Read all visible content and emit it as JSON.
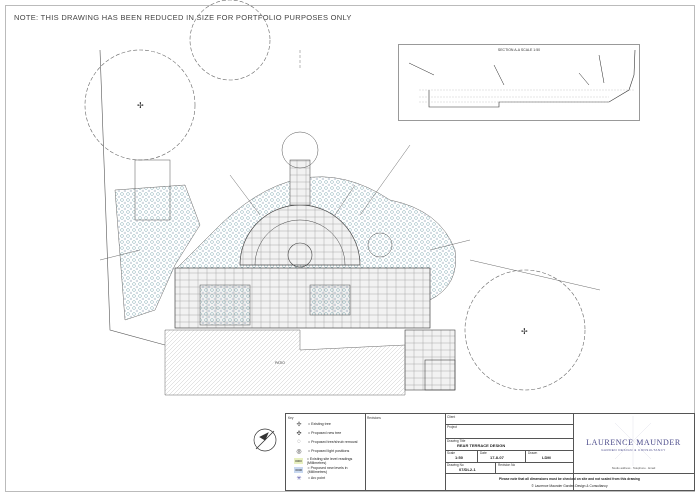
{
  "note": "NOTE: THIS DRAWING HAS BEEN REDUCED IN SIZE FOR PORTFOLIO PURPOSES ONLY",
  "section": {
    "title": "SECTION A-A SCALE 1:50"
  },
  "plan": {
    "patio_label": "PATIO"
  },
  "title_block": {
    "key_label": "Key",
    "key_items": [
      {
        "icon": "existing-tree-icon",
        "symbol": "✢",
        "label": "= Existing tree"
      },
      {
        "icon": "proposed-tree-icon",
        "symbol": "✣",
        "label": "= Proposed new tree"
      },
      {
        "icon": "tree-removal-icon",
        "symbol": "◌",
        "label": "= Proposed tree/shrub removal"
      },
      {
        "icon": "light-position-icon",
        "symbol": "◎",
        "label": "= Proposed light positions"
      },
      {
        "icon": "existing-level-icon",
        "symbol": "0000",
        "label": "= Existing site level readings (Millimetres)"
      },
      {
        "icon": "proposed-level-icon",
        "symbol": "0000",
        "label": "= Proposed new levels in (Millimetres)"
      },
      {
        "icon": "arc-point-icon",
        "symbol": "✳",
        "label": "= Arc point"
      }
    ],
    "revisions_label": "Revisions",
    "client_label": "Client",
    "project_label": "Project",
    "drawing_title_label": "Drawing Title",
    "drawing_title": "REAR TERRACE DESIGN",
    "scale_label": "Scale",
    "scale": "1:50",
    "date_label": "Date",
    "date": "17-8-07",
    "drawn_label": "Drawn",
    "drawn": "LDM",
    "drawing_no_label": "Drawing No",
    "drawing_no": "07/DL2-1",
    "revision_no_label": "Revision No",
    "footer_line1": "Please note that all dimensions must be checked on site and not scaled from this drawing",
    "footer_line2": "© Laurence Maunder Garden Design & Consultancy",
    "brand": "LAURENCE MAUNDER",
    "brand_sub": "GARDEN DESIGN & CONSULTANCY",
    "address": "Studio address · Telephone · Email"
  }
}
